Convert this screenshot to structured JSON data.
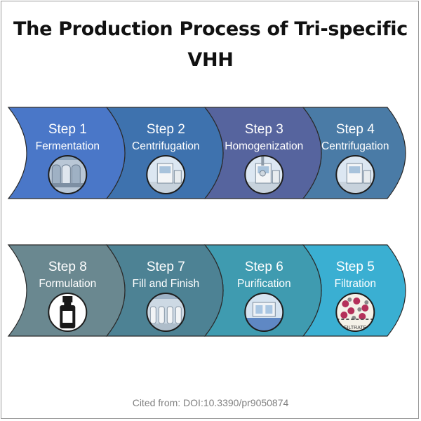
{
  "title_line1": "The Production Process of Tri-specific",
  "title_line2": "VHH",
  "steps_row1": [
    {
      "step": "Step 1",
      "name": "Fermentation",
      "color": "#4a77c8",
      "icon": "fermentation-tanks-photo"
    },
    {
      "step": "Step 2",
      "name": "Centrifugation",
      "color": "#3e72ae",
      "icon": "centrifuge-photo"
    },
    {
      "step": "Step 3",
      "name": "Homogenization",
      "color": "#56649e",
      "icon": "homogenizer-photo"
    },
    {
      "step": "Step 4",
      "name": "Centrifugation",
      "color": "#4a7ba6",
      "icon": "centrifuge-photo"
    }
  ],
  "steps_row2": [
    {
      "step": "Step 8",
      "name": "Formulation",
      "color": "#6a8890",
      "icon": "vial-icon"
    },
    {
      "step": "Step 7",
      "name": "Fill and Finish",
      "color": "#4d8294",
      "icon": "fill-finish-photo"
    },
    {
      "step": "Step 6",
      "name": "Purification",
      "color": "#3f9bb0",
      "icon": "purification-photo"
    },
    {
      "step": "Step 5",
      "name": "Filtration",
      "color": "#3aafd2",
      "icon": "filtration-diagram"
    }
  ],
  "filtrate_label": "FILTRATE",
  "citation": "Cited from: DOI:10.3390/pr9050874"
}
